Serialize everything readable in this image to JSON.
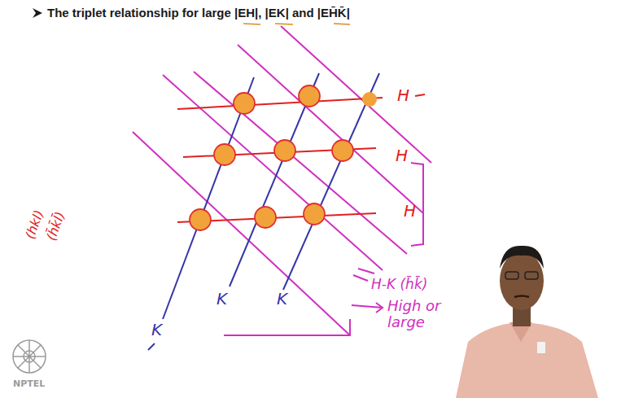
{
  "diagram": {
    "title": "The triplet relationship for large |EH|, |EK| and |EH̄K̄|",
    "labels": [
      "H",
      "H",
      "H",
      "K",
      "K",
      "K",
      "(hkl)",
      "(h̄k̄l̄)",
      "H-K (h̄k̄)",
      "High or large",
      "NPTEL"
    ]
  }
}
